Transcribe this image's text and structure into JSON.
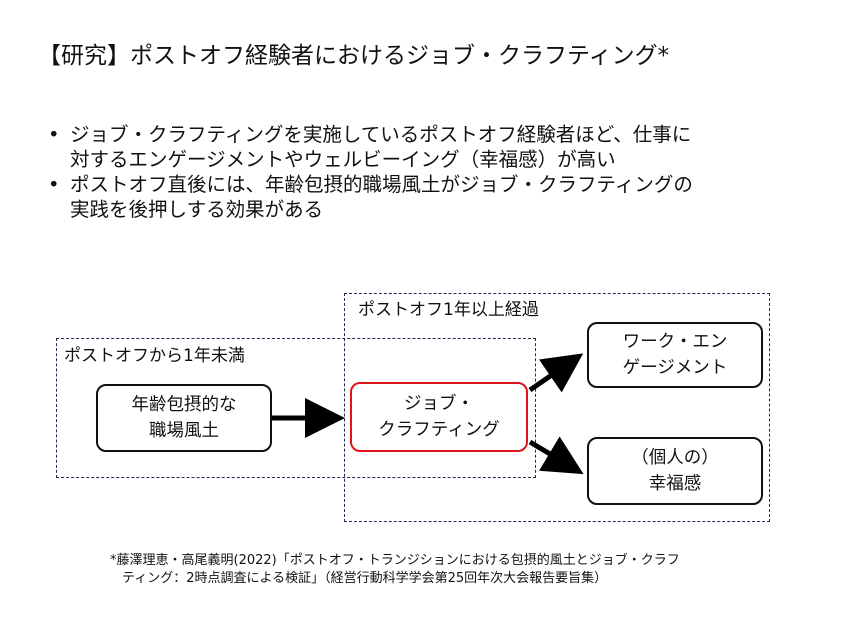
{
  "title": "【研究】ポストオフ経験者におけるジョブ・クラフティング*",
  "bullets": [
    {
      "line1": "ジョブ・クラフティングを実施しているポストオフ経験者ほど、仕事に",
      "line2": "対するエンゲージメントやウェルビーイング（幸福感）が高い"
    },
    {
      "line1": "ポストオフ直後には、年齢包摂的職場風土がジョブ・クラフティングの",
      "line2": "実践を後押しする効果がある"
    }
  ],
  "bullet_marker": "•",
  "diagram": {
    "region_after": "ポストオフ1年以上経過",
    "region_within": "ポストオフから1年未満",
    "node_climate": {
      "line1": "年齢包摂的な",
      "line2": "職場風土"
    },
    "node_crafting": {
      "line1": "ジョブ・",
      "line2": "クラフティング"
    },
    "node_engagement": {
      "line1": "ワーク・エン",
      "line2": "ゲージメント"
    },
    "node_wellbeing": {
      "line1": "（個人の）",
      "line2": "幸福感"
    },
    "highlight_color": "#e0141e",
    "dash_color": "#1f2a55"
  },
  "footnote": {
    "line1": "*藤澤理恵・高尾義明(2022)「ポストオフ・トランジションにおける包摂的風土とジョブ・クラフ",
    "line2": "ティング：2時点調査による検証」（経営行動科学学会第25回年次大会報告要旨集）"
  }
}
